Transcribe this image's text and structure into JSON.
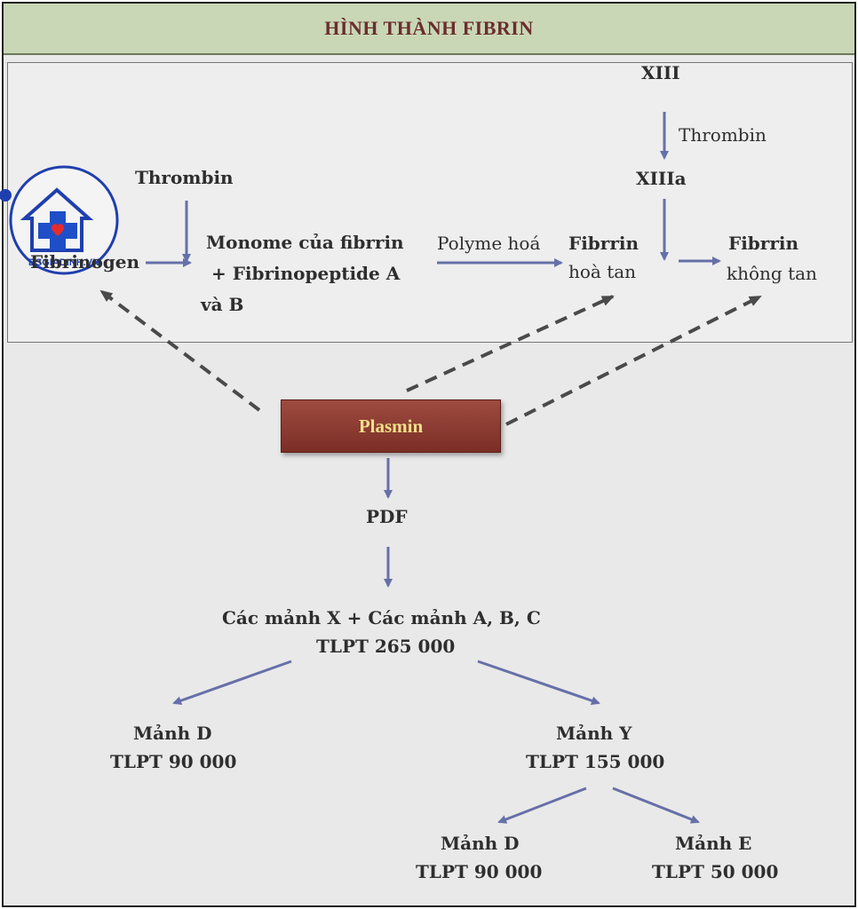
{
  "title": "HÌNH THÀNH FIBRIN",
  "watermark": {
    "text": "BSGIADINH.VN"
  },
  "nodes": {
    "xiii": "XIII",
    "thrombin_right": "Thrombin",
    "xiiia": "XIIIa",
    "thrombin_left": "Thrombin",
    "fibrinogen": "Fibrinogen",
    "monome_line1": "Monome của fibrrin",
    "monome_line2": "+  Fibrinopeptide A",
    "monome_line3": "và B",
    "polyme": "Polyme hoá",
    "fibrin_soluble_line1": "Fibrrin",
    "fibrin_soluble_line2": "hoà tan",
    "fibrin_insoluble_line1": "Fibrrin",
    "fibrin_insoluble_line2": "không tan",
    "plasmin": "Plasmin",
    "pdf": "PDF",
    "fragments_line1": "Các mảnh X + Các mảnh A, B, C",
    "fragments_line2": "TLPT 265 000",
    "manh_d_left_line1": "Mảnh D",
    "manh_d_left_line2": "TLPT 90 000",
    "manh_y_line1": "Mảnh Y",
    "manh_y_line2": "TLPT 155 000",
    "manh_d_bottom_line1": "Mảnh D",
    "manh_d_bottom_line2": "TLPT 90 000",
    "manh_e_line1": "Mảnh E",
    "manh_e_line2": "TLPT 50 000"
  },
  "colors": {
    "arrow": "#6670a8",
    "dashed": "#4a4a4a",
    "plasmin_box": "#8b3a30",
    "plasmin_text": "#f1e08a",
    "header_bg": "#c9d7b6",
    "title_text": "#6b2d2d"
  }
}
